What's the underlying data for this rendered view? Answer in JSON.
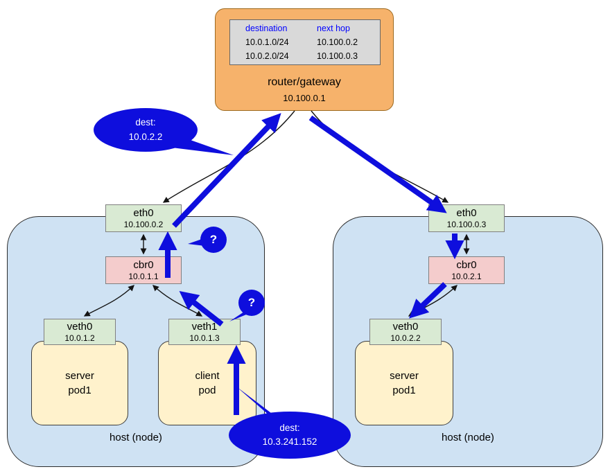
{
  "router": {
    "title": "router/gateway",
    "ip": "10.100.0.1",
    "routing_table": {
      "headers": [
        "destination",
        "next hop"
      ],
      "rows": [
        [
          "10.0.1.0/24",
          "10.100.0.2"
        ],
        [
          "10.0.2.0/24",
          "10.100.0.3"
        ]
      ]
    }
  },
  "hosts": [
    {
      "label": "host (node)",
      "interfaces": {
        "eth0": {
          "name": "eth0",
          "ip": "10.100.0.2"
        },
        "cbr0": {
          "name": "cbr0",
          "ip": "10.0.1.1"
        },
        "veth0": {
          "name": "veth0",
          "ip": "10.0.1.2"
        },
        "veth1": {
          "name": "veth1",
          "ip": "10.0.1.3"
        }
      },
      "pods": [
        {
          "label": "server\npod1"
        },
        {
          "label": "client\npod"
        }
      ]
    },
    {
      "label": "host (node)",
      "interfaces": {
        "eth0": {
          "name": "eth0",
          "ip": "10.100.0.3"
        },
        "cbr0": {
          "name": "cbr0",
          "ip": "10.0.2.1"
        },
        "veth0": {
          "name": "veth0",
          "ip": "10.0.2.2"
        }
      },
      "pods": [
        {
          "label": "server\npod1"
        }
      ]
    }
  ],
  "callouts": [
    {
      "line1": "dest:",
      "line2": "10.0.2.2"
    },
    {
      "line1": "dest:",
      "line2": "10.3.241.152"
    }
  ],
  "question_marks": [
    "?",
    "?"
  ],
  "colors": {
    "accent_blue": "#0e0edd",
    "router_fill": "#f6b26b",
    "host_fill": "#cfe2f3",
    "iface_green": "#d9ead3",
    "bridge_pink": "#f4cccc",
    "pod_yellow": "#fff2cc",
    "table_gray": "#d9d9d9",
    "header_blue": "#0000ff"
  }
}
